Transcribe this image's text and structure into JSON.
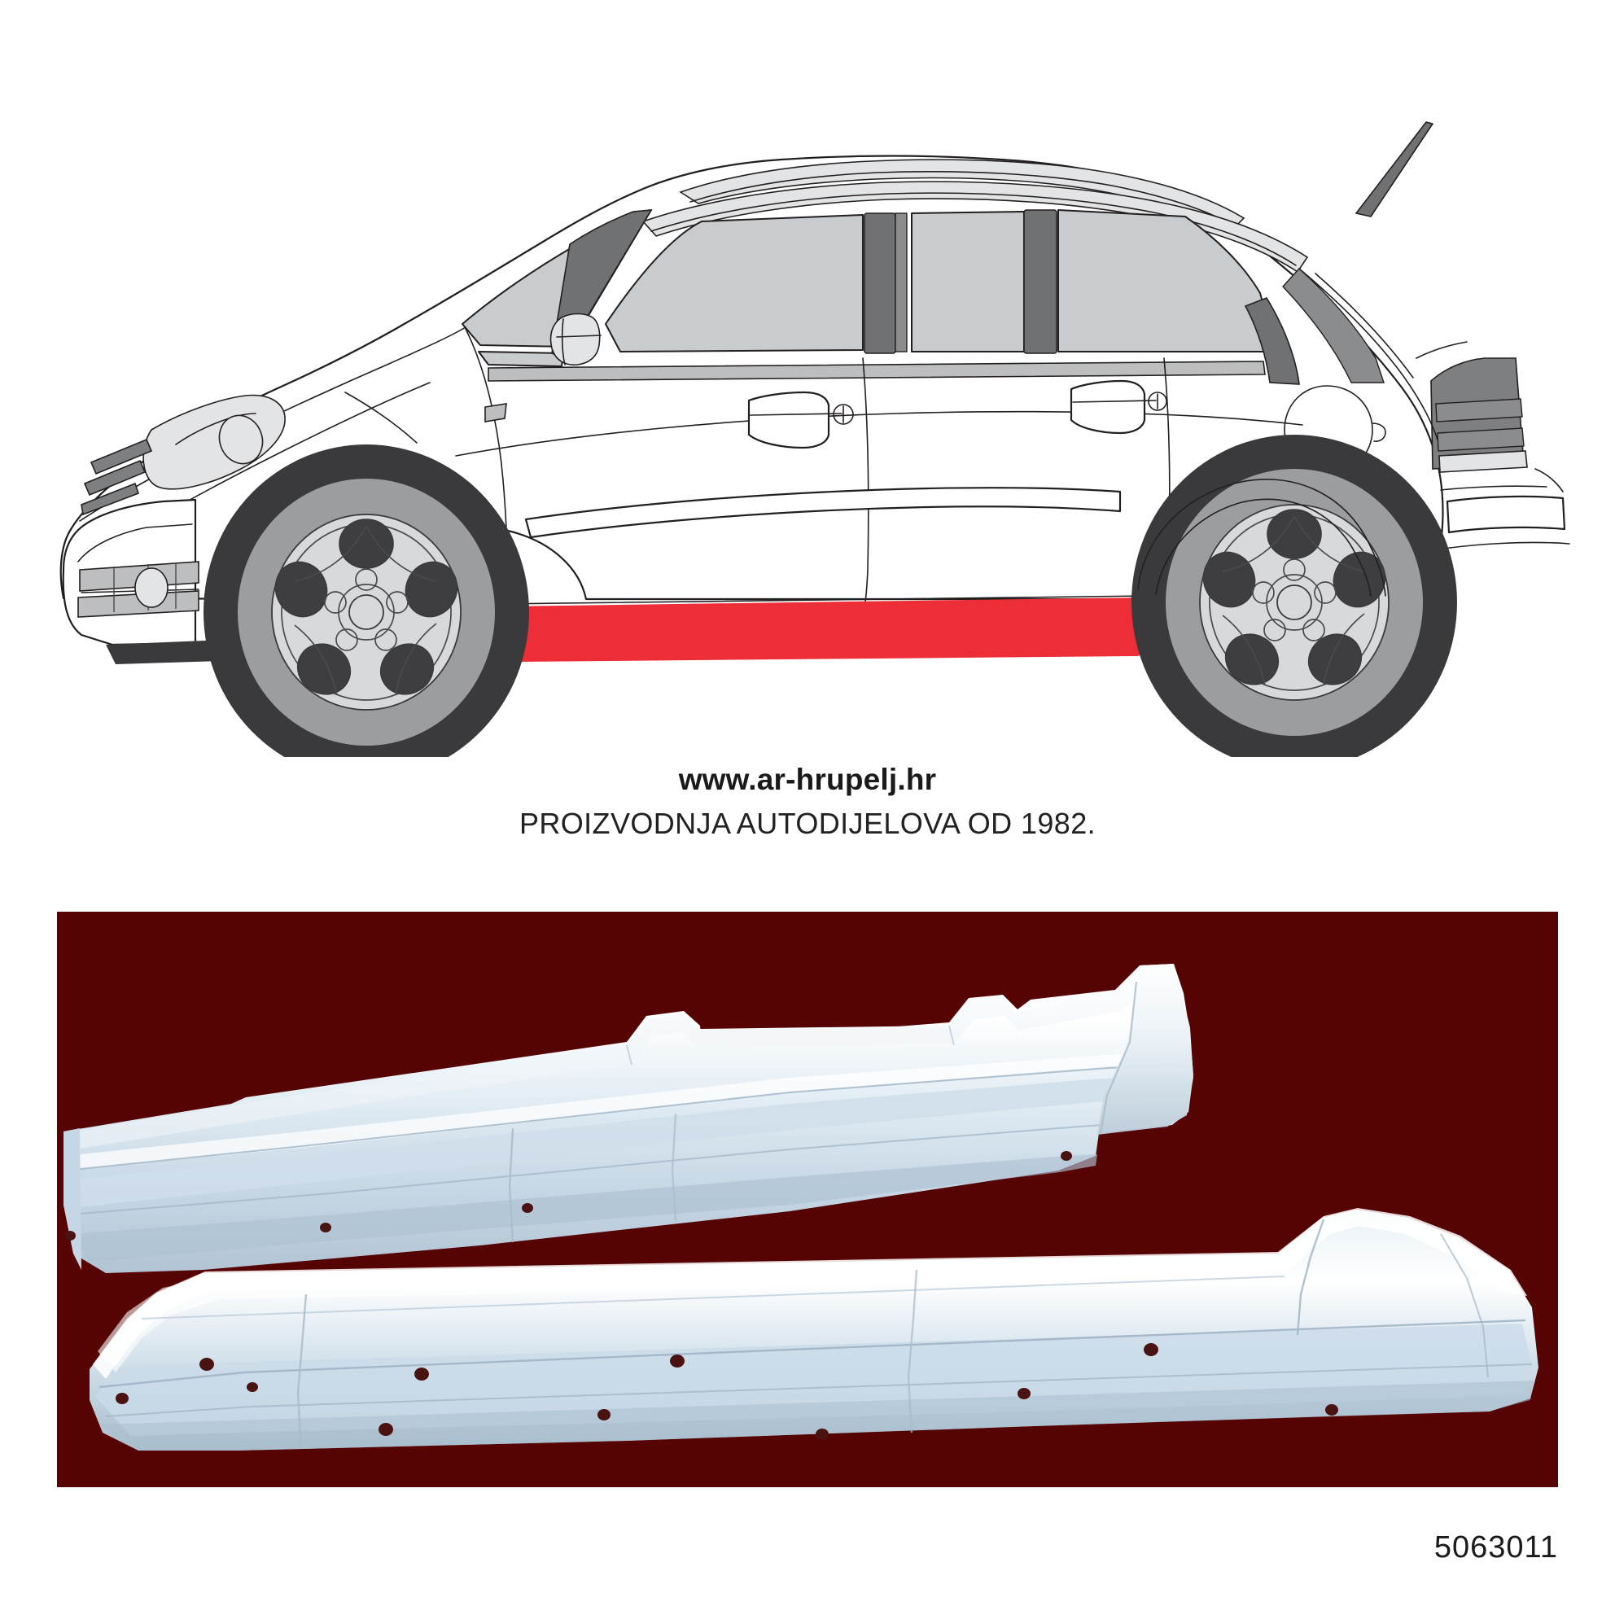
{
  "caption": {
    "website": "www.ar-hrupelj.hr",
    "tagline": "PROIZVODNJA AUTODIJELOVA OD 1982."
  },
  "part": {
    "number": "5063011"
  },
  "illustration": {
    "alt_name": "car-side-view-line-drawing",
    "highlight_label": "rocker-panel-sill-highlight",
    "highlight_color": "#ED2E36",
    "body_color": "#ffffff",
    "outline_color": "#231f20",
    "glass_color": "#c9ccce",
    "pillar_color": "#6f7173",
    "tire_color": "#3a3a3c",
    "wheel_face_color": "#9b9d9f",
    "hubcap_color": "#d7d9db",
    "accent_gray": "#bcbec0"
  },
  "photo": {
    "background_color": "#560403",
    "part_color_light": "#f2f6f8",
    "part_color_mid": "#d2dee8",
    "part_color_shadow": "#aebecd",
    "upper_part_name": "sill-panel-upper-view",
    "lower_part_name": "sill-panel-lower-view",
    "upper_hole_count": 4,
    "lower_hole_count": 11
  }
}
